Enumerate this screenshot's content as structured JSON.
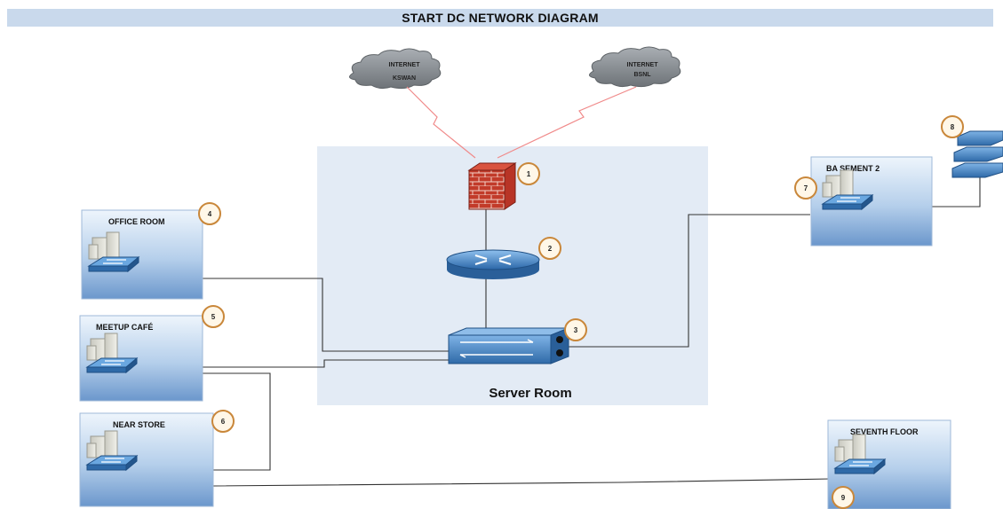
{
  "title": "START DC NETWORK DIAGRAM",
  "clouds": [
    {
      "id": "ksawn",
      "line1": "INTERNET",
      "line2": "KSWAN"
    },
    {
      "id": "bsnl",
      "line1": "INTERNET",
      "line2": "BSNL"
    }
  ],
  "server_room": {
    "label": "Server Room"
  },
  "devices": [
    {
      "id": "firewall",
      "icon": "firewall-icon",
      "badge": "1"
    },
    {
      "id": "router",
      "icon": "router-icon",
      "badge": "2"
    },
    {
      "id": "core-switch",
      "icon": "multilayer-switch-icon",
      "badge": "3"
    }
  ],
  "rooms": [
    {
      "id": "office-room",
      "label": "OFFICE ROOM",
      "badge": "4"
    },
    {
      "id": "meetup-cafe",
      "label": "MEETUP CAFÉ",
      "badge": "5"
    },
    {
      "id": "near-store",
      "label": "NEAR STORE",
      "badge": "6"
    },
    {
      "id": "basement-2",
      "label": "BA SEMENT 2",
      "badge": "7"
    },
    {
      "id": "seventh-floor",
      "label": "SEVENTH FLOOR",
      "badge": "9"
    }
  ],
  "basement_switch_stack": {
    "icon": "switch-stack-icon",
    "badge": "8"
  },
  "colors": {
    "title_bar": "#c9d9ec",
    "server_room_bg": "#e3ebf5",
    "room_top": "#eaf2fb",
    "room_bottom": "#6f9bcf",
    "badge_fill": "#fff7e8",
    "badge_stroke": "#c9873a",
    "firewall": "#c0392b",
    "device_blue": "#3f7fc3",
    "cloud": "#8a8f94",
    "wan_link": "#f08a8a"
  }
}
